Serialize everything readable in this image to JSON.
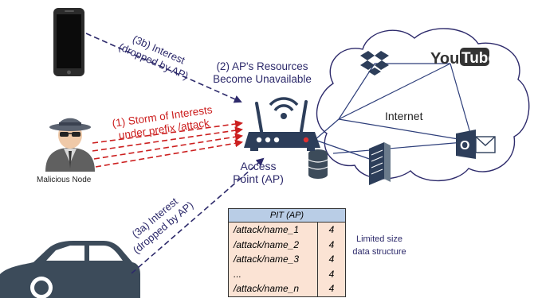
{
  "labels": {
    "interest_3b_line1": "(3b) Interest",
    "interest_3b_line2": "(dropped by AP)",
    "resources_line1": "(2) AP's Resources",
    "resources_line2": "Become Unavailable",
    "storm_line1": "(1) Storm of Interests",
    "storm_line2": "under prefix /attack",
    "malicious_node": "Malicious Node",
    "ap_line1": "Access",
    "ap_line2": "Point (AP)",
    "interest_3a_line1": "(3a) Interest",
    "interest_3a_line2": "(dropped by AP)",
    "internet": "Internet",
    "youtube_you": "You",
    "youtube_tube": "Tube",
    "limited_line1": "Limited size",
    "limited_line2": "data structure"
  },
  "pit": {
    "title": "PIT (AP)",
    "rows": [
      {
        "name": "/attack/name_1",
        "value": "4"
      },
      {
        "name": "/attack/name_2",
        "value": "4"
      },
      {
        "name": "/attack/name_3",
        "value": "4"
      },
      {
        "name": "...",
        "value": "4"
      },
      {
        "name": "/attack/name_n",
        "value": "4"
      }
    ]
  },
  "colors": {
    "navy": "#2d2a6b",
    "attack_red": "#cc1f1f",
    "device_dark": "#3c4b5a",
    "pit_header": "#b9cde6",
    "pit_body": "#fbe3d4"
  }
}
